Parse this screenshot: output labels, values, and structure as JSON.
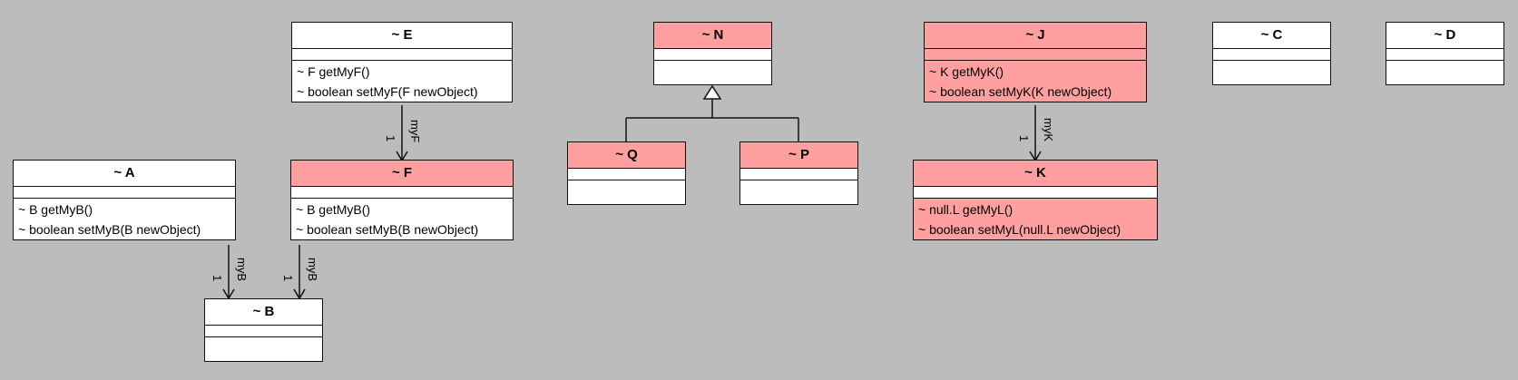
{
  "classes": {
    "E": {
      "name": "~  E",
      "ops": [
        "~ F getMyF()",
        "~ boolean setMyF(F newObject)"
      ]
    },
    "A": {
      "name": "~  A",
      "ops": [
        "~ B getMyB()",
        "~ boolean setMyB(B newObject)"
      ]
    },
    "F": {
      "name": "~  F",
      "ops": [
        "~ B getMyB()",
        "~ boolean setMyB(B newObject)"
      ]
    },
    "B": {
      "name": "~  B"
    },
    "N": {
      "name": "~  N"
    },
    "Q": {
      "name": "~  Q"
    },
    "P": {
      "name": "~  P"
    },
    "J": {
      "name": "~  J",
      "ops": [
        "~ K getMyK()",
        "~ boolean setMyK(K newObject)"
      ]
    },
    "K": {
      "name": "~  K",
      "ops": [
        "~ null.L getMyL()",
        "~ boolean setMyL(null.L newObject)"
      ]
    },
    "C": {
      "name": "~  C"
    },
    "D": {
      "name": "~  D"
    }
  },
  "associations": {
    "e_f": {
      "role": "myF",
      "mult": "1"
    },
    "a_b": {
      "role": "myB",
      "mult": "1"
    },
    "f_b": {
      "role": "myB",
      "mult": "1"
    },
    "j_k": {
      "role": "myK",
      "mult": "1"
    }
  },
  "colors": {
    "background": "#bcbcbc",
    "highlight": "#ff9f9f",
    "normal": "#ffffff",
    "line": "#111111"
  }
}
